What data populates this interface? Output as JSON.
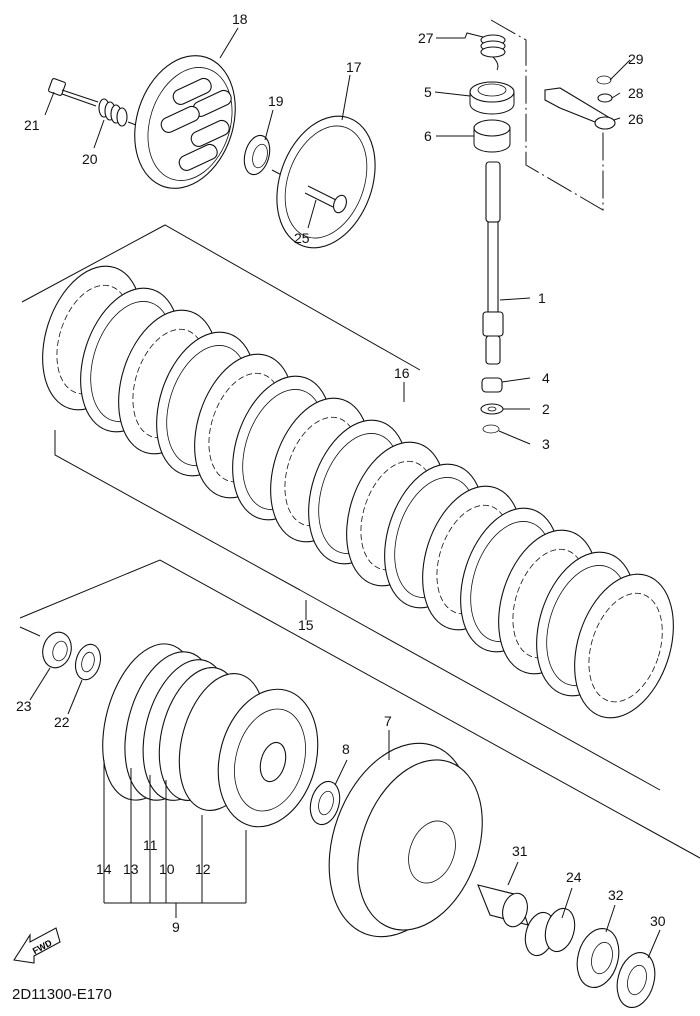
{
  "diagram": {
    "title": "Clutch assembly exploded parts diagram",
    "drawing_code": "2D11300-E170",
    "direction_indicator": "FWD",
    "callouts": [
      {
        "id": "1",
        "label": "1"
      },
      {
        "id": "2",
        "label": "2"
      },
      {
        "id": "3",
        "label": "3"
      },
      {
        "id": "4",
        "label": "4"
      },
      {
        "id": "5",
        "label": "5"
      },
      {
        "id": "6",
        "label": "6"
      },
      {
        "id": "7",
        "label": "7"
      },
      {
        "id": "8",
        "label": "8"
      },
      {
        "id": "9",
        "label": "9"
      },
      {
        "id": "10",
        "label": "10"
      },
      {
        "id": "11",
        "label": "11"
      },
      {
        "id": "12",
        "label": "12"
      },
      {
        "id": "13",
        "label": "13"
      },
      {
        "id": "14",
        "label": "14"
      },
      {
        "id": "15",
        "label": "15"
      },
      {
        "id": "16",
        "label": "16"
      },
      {
        "id": "17",
        "label": "17"
      },
      {
        "id": "18",
        "label": "18"
      },
      {
        "id": "19",
        "label": "19"
      },
      {
        "id": "20",
        "label": "20"
      },
      {
        "id": "21",
        "label": "21"
      },
      {
        "id": "22",
        "label": "22"
      },
      {
        "id": "23",
        "label": "23"
      },
      {
        "id": "24",
        "label": "24"
      },
      {
        "id": "25",
        "label": "25"
      },
      {
        "id": "26",
        "label": "26"
      },
      {
        "id": "27",
        "label": "27"
      },
      {
        "id": "28",
        "label": "28"
      },
      {
        "id": "29",
        "label": "29"
      },
      {
        "id": "30",
        "label": "30"
      },
      {
        "id": "31",
        "label": "31"
      },
      {
        "id": "32",
        "label": "32"
      }
    ],
    "groups": [
      {
        "parent": "9",
        "children": [
          "14",
          "13",
          "11",
          "10",
          "12"
        ]
      }
    ]
  }
}
